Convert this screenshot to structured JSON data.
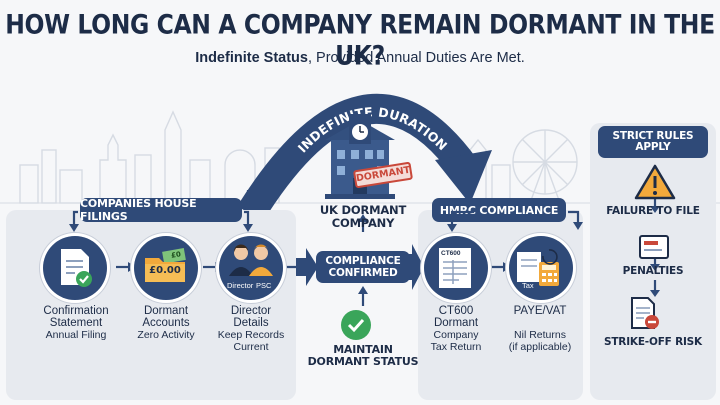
{
  "header": {
    "title": "HOW LONG CAN A COMPANY REMAIN DORMANT IN THE UK?",
    "subtitle_bold": "Indefinite Status",
    "subtitle_rest": ", Provided Annual Duties Are Met."
  },
  "arc": {
    "label": "INDEFINITE DURATION"
  },
  "center": {
    "building_badge": "DORMANT",
    "title_line1": "UK DORMANT",
    "title_line2": "COMPANY",
    "compliance_line1": "COMPLIANCE",
    "compliance_line2": "CONFIRMED",
    "maintain_line1": "MAINTAIN",
    "maintain_line2": "DORMANT STATUS"
  },
  "companies_house": {
    "header": "COMPANIES HOUSE FILINGS",
    "items": [
      {
        "title1": "Confirmation",
        "title2": "Statement",
        "sub1": "Annual Filing",
        "sub2": ""
      },
      {
        "title1": "Dormant",
        "title2": "Accounts",
        "sub1": "Zero Activity",
        "sub2": "",
        "icon_text": "£0.00",
        "icon_text_small": "£0"
      },
      {
        "title1": "Director",
        "title2": "Details",
        "sub1": "Keep Records",
        "sub2": "Current",
        "icon_left": "Director",
        "icon_right": "PSC"
      }
    ]
  },
  "hmrc": {
    "header": "HMRC COMPLIANCE",
    "items": [
      {
        "title1": "CT600",
        "title2": "Dormant",
        "sub1": "Company",
        "sub2": "Tax Return",
        "icon_text": "CT600"
      },
      {
        "title1": "PAYE/VAT",
        "title2": "",
        "sub1": "Nil Returns",
        "sub2": "(if applicable)",
        "icon_text": "Tax"
      }
    ]
  },
  "rules": {
    "header_line1": "STRICT RULES",
    "header_line2": "APPLY",
    "steps": [
      "FAILURE TO FILE",
      "PENALTIES",
      "STRIKE-OFF RISK"
    ]
  },
  "colors": {
    "navy": "#2f4a78",
    "dark_text": "#1d2c47",
    "panel": "#e7eaef",
    "success": "#3aa55a",
    "warning": "#f2a93b",
    "danger": "#c9483a"
  }
}
